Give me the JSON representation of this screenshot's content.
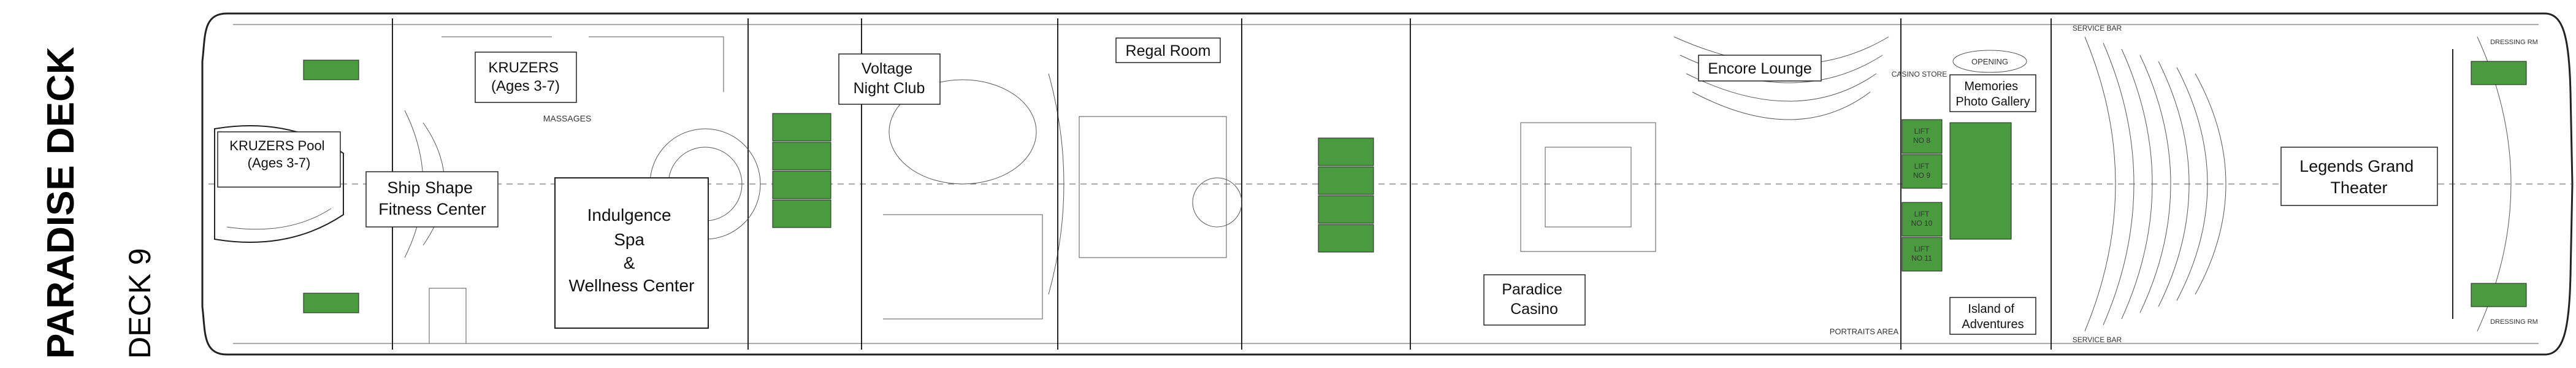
{
  "deck": {
    "name": "PARADISE DECK",
    "number": "DECK 9"
  },
  "venues": {
    "kruzers_pool": "KRUZERS Pool\n(Ages 3-7)",
    "kruzers": "KRUZERS\n(Ages 3-7)",
    "ship_shape": "Ship Shape\nFitness Center",
    "indulgence": "Indulgence\nSpa\n&\nWellness Center",
    "voltage": "Voltage\nNight Club",
    "regal_room": "Regal Room",
    "paradise_casino": "Paradice\nCasino",
    "encore_lounge": "Encore Lounge",
    "memories": "Memories\nPhoto Gallery",
    "opening": "OPENING",
    "island_of_adventures": "Island of\nAdventures",
    "legends": "Legends Grand\nTheater"
  },
  "lifts": {
    "lift_8_9": "LIFT\nNO 8",
    "lift_9": "LIFT\nNO 9",
    "lift_10": "LIFT\nNO 10",
    "lift_11": "LIFT\nNO 11"
  },
  "small_labels": {
    "service_bar_top": "SERVICE BAR",
    "service_bar_bottom": "SERVICE BAR",
    "dressing_top": "DRESSING RM",
    "dressing_bottom": "DRESSING RM",
    "massages": "MASSAGES",
    "portraits": "PORTRAITS AREA",
    "casino_store": "CASINO STORE"
  },
  "colors": {
    "lift_green": "#3f8f3a",
    "stair_green": "#4a9a3f",
    "wall": "#222222"
  }
}
